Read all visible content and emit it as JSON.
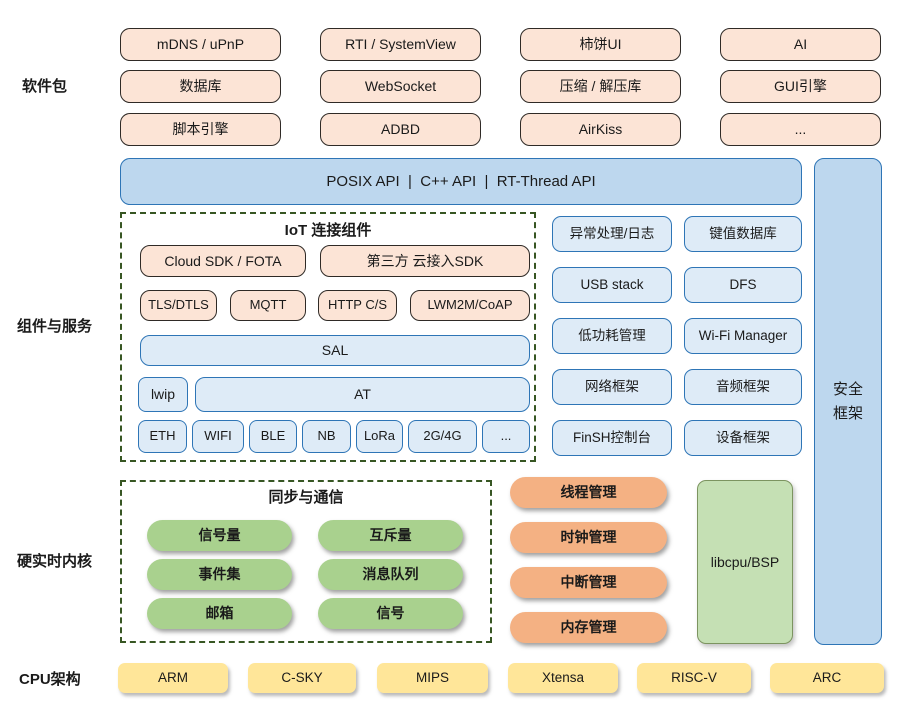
{
  "colors": {
    "peach_fill": "#FCE4D6",
    "peach_border": "#2F2A26",
    "blue_light_fill": "#DEEBF7",
    "blue_bar_fill": "#BDD7EE",
    "blue_border": "#2E75B6",
    "green_pill_fill": "#A9D18E",
    "green_box_fill": "#C5E0B4",
    "orange_pill_fill": "#F4B183",
    "yellow_fill": "#FFE699",
    "dashed_border_green": "#375623"
  },
  "section_labels": {
    "software": "软件包",
    "components": "组件与服务",
    "kernel": "硬实时内核",
    "cpu": "CPU架构"
  },
  "software_packages": {
    "rows": [
      [
        "mDNS / uPnP",
        "RTI / SystemView",
        "柿饼UI",
        "AI"
      ],
      [
        "数据库",
        "WebSocket",
        "压缩 / 解压库",
        "GUI引擎"
      ],
      [
        "脚本引擎",
        "ADBD",
        "AirKiss",
        "..."
      ]
    ]
  },
  "api_bar": {
    "label": "POSIX API  |  C++ API  |  RT-Thread API"
  },
  "security_bar": {
    "label": "安全框架",
    "line1": "安全",
    "line2": "框架"
  },
  "iot": {
    "title": "IoT 连接组件",
    "cloud_sdk": "Cloud SDK / FOTA",
    "third_party_sdk": "第三方 云接入SDK",
    "protocols": [
      "TLS/DTLS",
      "MQTT",
      "HTTP C/S",
      "LWM2M/CoAP"
    ],
    "sal": "SAL",
    "lwip": "lwip",
    "at": "AT",
    "links": [
      "ETH",
      "WIFI",
      "BLE",
      "NB",
      "LoRa",
      "2G/4G",
      "..."
    ]
  },
  "services": {
    "rows": [
      [
        "异常处理/日志",
        "键值数据库"
      ],
      [
        "USB stack",
        "DFS"
      ],
      [
        "低功耗管理",
        "Wi-Fi Manager"
      ],
      [
        "网络框架",
        "音频框架"
      ],
      [
        "FinSH控制台",
        "设备框架"
      ]
    ]
  },
  "sync": {
    "title": "同步与通信",
    "rows": [
      [
        "信号量",
        "互斥量"
      ],
      [
        "事件集",
        "消息队列"
      ],
      [
        "邮箱",
        "信号"
      ]
    ]
  },
  "management": [
    "线程管理",
    "时钟管理",
    "中断管理",
    "内存管理"
  ],
  "libcpu_label": "libcpu/BSP",
  "cpu_archs": [
    "ARM",
    "C-SKY",
    "MIPS",
    "Xtensa",
    "RISC-V",
    "ARC"
  ]
}
